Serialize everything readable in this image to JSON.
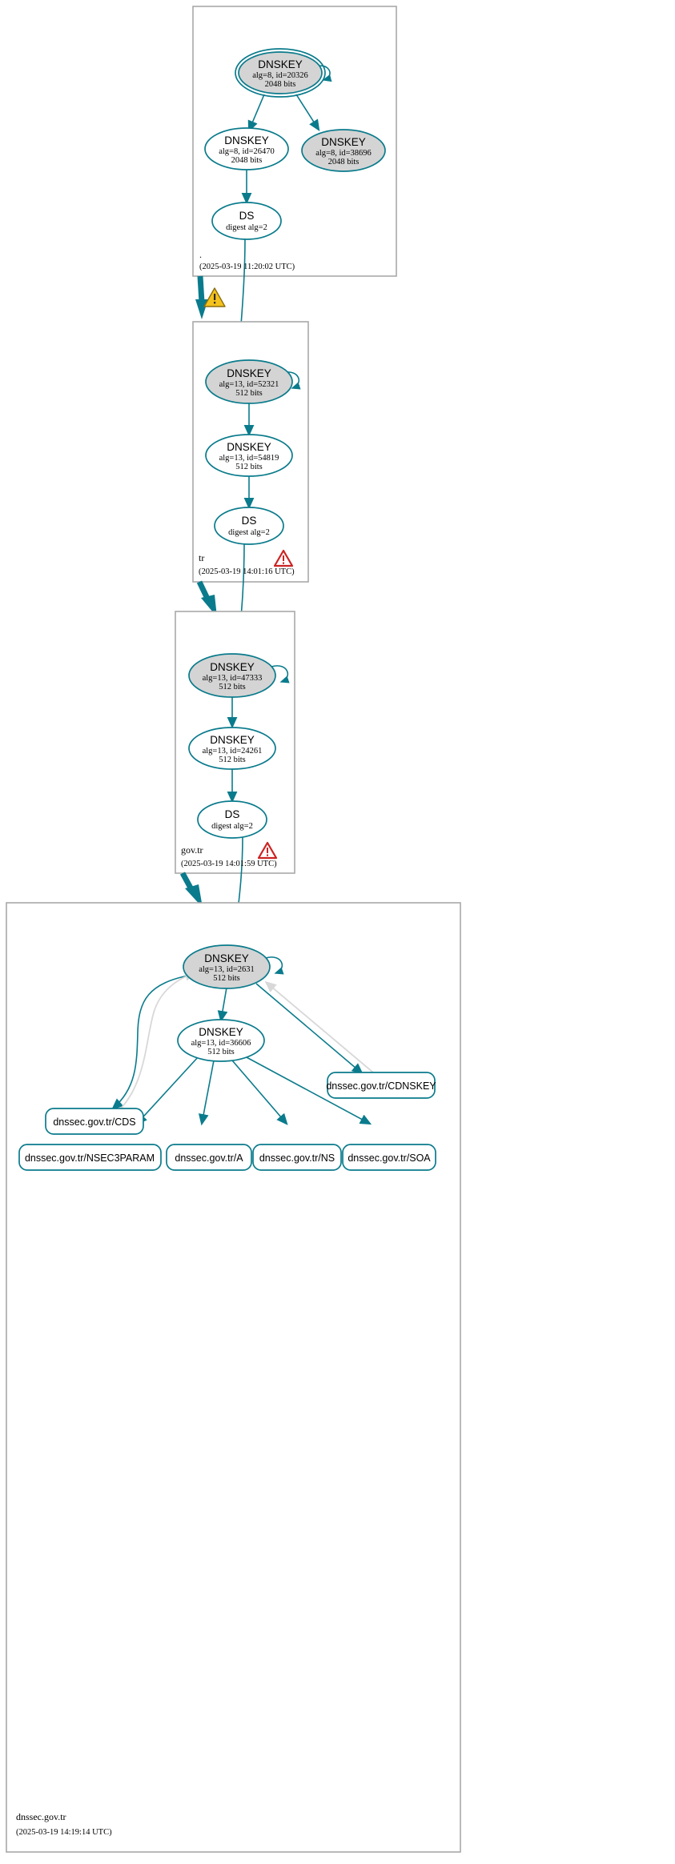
{
  "diagram": {
    "title": "DNSSEC authentication chain for dnssec.gov.tr",
    "colors": {
      "edge": "#0a7b8c",
      "sep_fill": "#d4d4d4",
      "node_fill": "#ffffff",
      "zone_border": "#3a3a3a",
      "zone_border_gray": "#a8a8a8",
      "faint_edge": "#d8d8d8",
      "warn_yellow": "#f4c21b",
      "warn_red": "#cc2222"
    }
  },
  "zones": [
    {
      "id": "root",
      "label": ".",
      "timestamp": "(2025-03-19 11:20:02 UTC)",
      "status_icon": "",
      "nodes": [
        {
          "id": "root-ksk",
          "type": "DNSKEY",
          "params": "alg=8, id=20326",
          "size": "2048 bits",
          "sep": true,
          "trust_anchor": true
        },
        {
          "id": "root-zsk",
          "type": "DNSKEY",
          "params": "alg=8, id=26470",
          "size": "2048 bits",
          "sep": false,
          "trust_anchor": false
        },
        {
          "id": "root-alt",
          "type": "DNSKEY",
          "params": "alg=8, id=38696",
          "size": "2048 bits",
          "sep": true,
          "trust_anchor": false
        },
        {
          "id": "root-ds",
          "type": "DS",
          "params": "digest alg=2",
          "size": "",
          "sep": false,
          "trust_anchor": false
        }
      ]
    },
    {
      "id": "tr",
      "label": "tr",
      "timestamp": "(2025-03-19 14:01:16 UTC)",
      "status_icon": "error-triangle-icon",
      "nodes": [
        {
          "id": "tr-ksk",
          "type": "DNSKEY",
          "params": "alg=13, id=52321",
          "size": "512 bits",
          "sep": true,
          "trust_anchor": false
        },
        {
          "id": "tr-zsk",
          "type": "DNSKEY",
          "params": "alg=13, id=54819",
          "size": "512 bits",
          "sep": false,
          "trust_anchor": false
        },
        {
          "id": "tr-ds",
          "type": "DS",
          "params": "digest alg=2",
          "size": "",
          "sep": false,
          "trust_anchor": false
        }
      ]
    },
    {
      "id": "govtr",
      "label": "gov.tr",
      "timestamp": "(2025-03-19 14:01:59 UTC)",
      "status_icon": "error-triangle-icon",
      "nodes": [
        {
          "id": "govtr-ksk",
          "type": "DNSKEY",
          "params": "alg=13, id=47333",
          "size": "512 bits",
          "sep": true,
          "trust_anchor": false
        },
        {
          "id": "govtr-zsk",
          "type": "DNSKEY",
          "params": "alg=13, id=24261",
          "size": "512 bits",
          "sep": false,
          "trust_anchor": false
        },
        {
          "id": "govtr-ds",
          "type": "DS",
          "params": "digest alg=2",
          "size": "",
          "sep": false,
          "trust_anchor": false
        }
      ]
    },
    {
      "id": "dnssecgovtr",
      "label": "dnssec.gov.tr",
      "timestamp": "(2025-03-19 14:19:14 UTC)",
      "status_icon": "",
      "nodes": [
        {
          "id": "leaf-ksk",
          "type": "DNSKEY",
          "params": "alg=13, id=2631",
          "size": "512 bits",
          "sep": true,
          "trust_anchor": false
        },
        {
          "id": "leaf-zsk",
          "type": "DNSKEY",
          "params": "alg=13, id=36606",
          "size": "512 bits",
          "sep": false,
          "trust_anchor": false
        }
      ],
      "rrsets": [
        {
          "id": "rr-cdnskey",
          "label": "dnssec.gov.tr/CDNSKEY"
        },
        {
          "id": "rr-cds",
          "label": "dnssec.gov.tr/CDS"
        },
        {
          "id": "rr-nsec3param",
          "label": "dnssec.gov.tr/NSEC3PARAM"
        },
        {
          "id": "rr-a",
          "label": "dnssec.gov.tr/A"
        },
        {
          "id": "rr-ns",
          "label": "dnssec.gov.tr/NS"
        },
        {
          "id": "rr-soa",
          "label": "dnssec.gov.tr/SOA"
        }
      ]
    }
  ],
  "delegations": [
    {
      "from": "root",
      "to": "tr",
      "icon": "warning-triangle-icon"
    },
    {
      "from": "tr",
      "to": "govtr",
      "icon": ""
    },
    {
      "from": "govtr",
      "to": "dnssecgovtr",
      "icon": ""
    }
  ]
}
